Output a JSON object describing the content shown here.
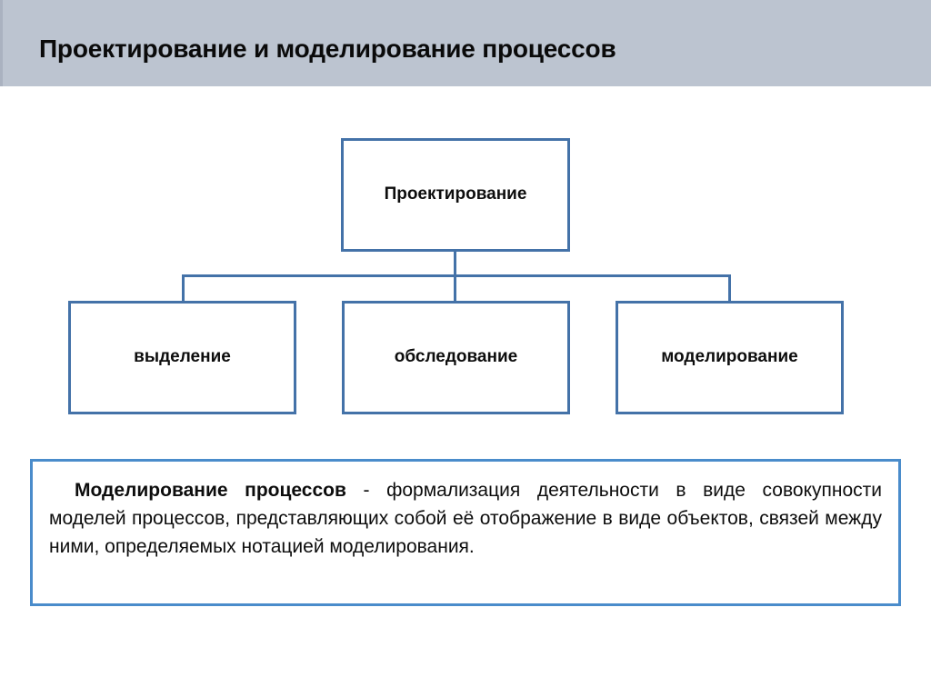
{
  "header": {
    "title": "Проектирование и моделирование процессов",
    "background_color": "#bcc4d0"
  },
  "colors": {
    "header_background": "#bcc4d0",
    "node_border": "#4472a8",
    "connector": "#4472a8",
    "definition_border": "#4a8ccb",
    "text": "#0d0d0d",
    "page_background": "#ffffff"
  },
  "diagram": {
    "type": "hierarchy",
    "root": {
      "label": "Проектирование"
    },
    "children": [
      {
        "label": "выделение"
      },
      {
        "label": "обследование"
      },
      {
        "label": "моделирование"
      }
    ]
  },
  "definition": {
    "term": "Моделирование процессов",
    "separator": " - ",
    "body": "формализация деятельности в виде совокупности моделей процессов, представляющих собой её отображение в виде объектов, связей между ними, определяемых нотацией моделирования."
  }
}
